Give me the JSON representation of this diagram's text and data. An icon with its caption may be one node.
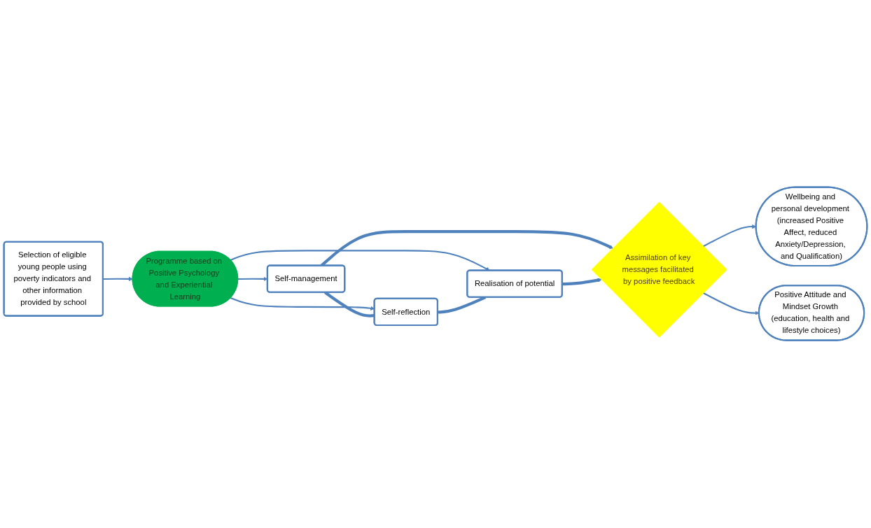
{
  "diagram": {
    "nodes": [
      {
        "text": [
          "Selection of eligible young people using poverty indicators and other information provided by school"
        ]
      },
      {
        "text": [
          "Programme based on Positive Psychology and Experiential Learning"
        ]
      },
      {
        "text": [
          "Self-management"
        ]
      },
      {
        "text": [
          "Self-reflection"
        ]
      },
      {
        "text": [
          "Realisation of potential"
        ]
      },
      {
        "text": [
          "Assimilation of key messages facilitated by positive feedback"
        ]
      },
      {
        "text": [
          "Wellbeing and personal development (increased Positive Affect, reduced Anxiety/Depression, and Qualification)"
        ]
      },
      {
        "text": [
          "Positive Attitude and Mindset Growth (education, health and lifestyle choices)"
        ]
      }
    ],
    "edges": [
      {
        "from": 0,
        "to": 1,
        "arrow": "to"
      },
      {
        "from": 1,
        "to": 2,
        "arrow": "to"
      },
      {
        "from": 1,
        "to": 3,
        "arrow": "to"
      },
      {
        "from": 1,
        "to": 4,
        "arrow": "to"
      },
      {
        "from": 2,
        "to": 3,
        "arrow": "none",
        "style": "thick"
      },
      {
        "from": 3,
        "to": 4,
        "arrow": "none",
        "style": "thick"
      },
      {
        "from": 2,
        "to": 5,
        "arrow": "to",
        "style": "thick"
      },
      {
        "from": 4,
        "to": 5,
        "arrow": "to",
        "style": "thick"
      },
      {
        "from": 5,
        "to": 6,
        "arrow": "to"
      },
      {
        "from": 5,
        "to": 7,
        "arrow": "to"
      }
    ]
  }
}
